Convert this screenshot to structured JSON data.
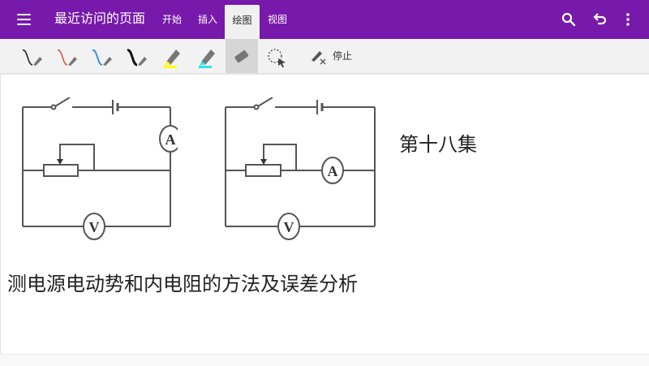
{
  "header": {
    "title": "最近访问的页面",
    "tabs": [
      {
        "label": "开始",
        "active": false
      },
      {
        "label": "插入",
        "active": false
      },
      {
        "label": "绘图",
        "active": true
      },
      {
        "label": "视图",
        "active": false
      }
    ],
    "actions": [
      {
        "icon": "search-icon"
      },
      {
        "icon": "undo-icon"
      },
      {
        "icon": "more-vert-icon"
      }
    ],
    "bar_color": "#7719aa"
  },
  "toolbar": {
    "tools": [
      {
        "name": "pen-black",
        "color": "#222222"
      },
      {
        "name": "pen-red",
        "color": "#d9534f"
      },
      {
        "name": "pen-blue",
        "color": "#3a8fd6"
      },
      {
        "name": "pen-black-thick",
        "color": "#111111"
      },
      {
        "name": "highlighter-yellow",
        "color": "#ffff00"
      },
      {
        "name": "highlighter-cyan",
        "color": "#33e0e8"
      },
      {
        "name": "eraser",
        "selected": true
      },
      {
        "name": "lasso-select"
      }
    ],
    "stop_label": "停止"
  },
  "page": {
    "episode_text": "第十八集",
    "subject_text": "测电源电动势和内电阻的方法及误差分析",
    "circuit_left": {
      "ammeter_label": "A",
      "voltmeter_label": "V"
    },
    "circuit_right": {
      "ammeter_label": "A",
      "voltmeter_label": "V"
    }
  }
}
